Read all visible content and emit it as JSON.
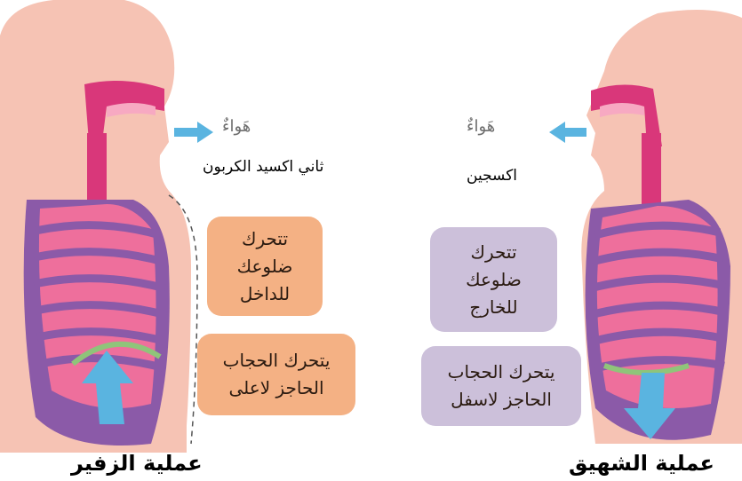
{
  "left": {
    "air_label": "هَواءٌ",
    "gas_label": "ثاني اكسيد الكربون",
    "ribs_box": "تتحرك ضلوعك للداخل",
    "diaphragm_box": "يتحرك الحجاب الحاجز لاعلى",
    "title": "عملية الزفير"
  },
  "right": {
    "air_label": "هَواءٌ",
    "gas_label": "اكسجين",
    "ribs_box": "تتحرك ضلوعك للخارج",
    "diaphragm_box": "يتحرك الحجاب الحاجز لاسفل",
    "title": "عملية الشهيق"
  },
  "colors": {
    "skin": "#f6c3b4",
    "airway": "#d9377a",
    "lungs": "#ee6f9c",
    "ribs": "#8b5aa8",
    "arrow": "#5ab4e0",
    "diaphragm": "#8fc47a",
    "orange_box": "#f4b184",
    "purple_box": "#ccc0da"
  }
}
